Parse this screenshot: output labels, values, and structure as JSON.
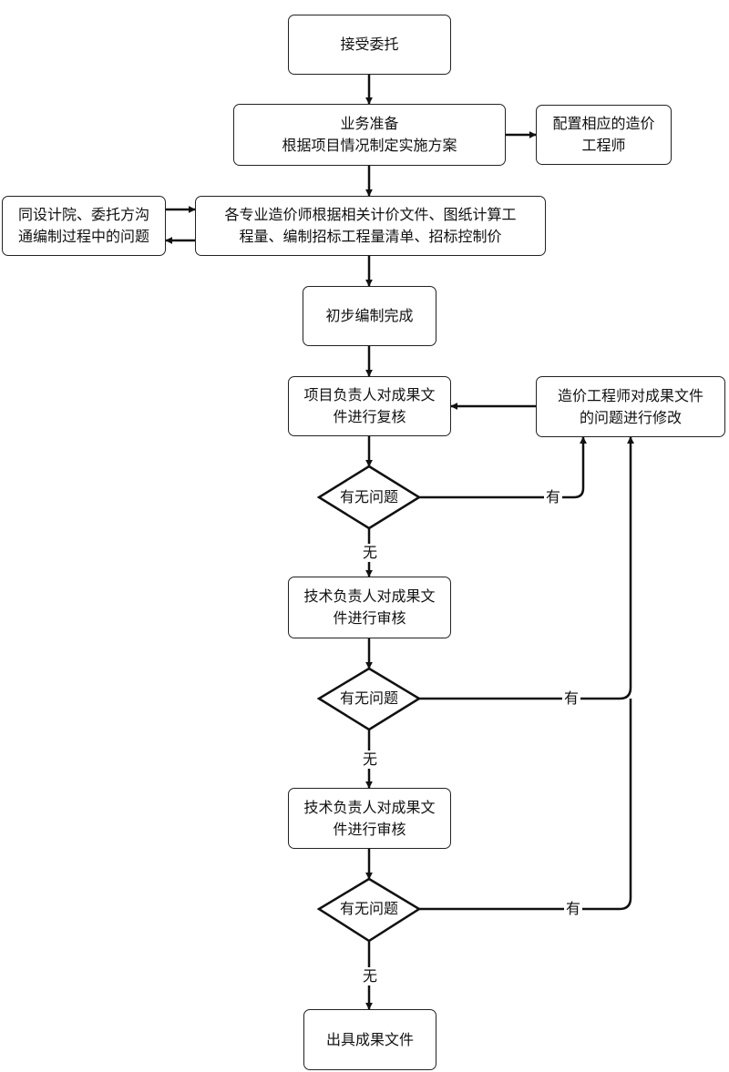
{
  "nodes": {
    "accept": "接受委托",
    "prepare": [
      "业务准备",
      "根据项目情况制定实施方案"
    ],
    "assign": [
      "配置相应的造价",
      "工程师"
    ],
    "compile": [
      "各专业造价师根据相关计价文件、图纸计算工",
      "程量、编制招标工程量清单、招标控制价"
    ],
    "communicate": [
      "同设计院、委托方沟",
      "通编制过程中的问题"
    ],
    "draft_done": "初步编制完成",
    "review1": [
      "项目负责人对成果文",
      "件进行复核"
    ],
    "fix": [
      "造价工程师对成果文件",
      "的问题进行修改"
    ],
    "check1": "有无问题",
    "review2": [
      "技术负责人对成果文",
      "件进行审核"
    ],
    "check2": "有无问题",
    "review3": [
      "技术负责人对成果文",
      "件进行审核"
    ],
    "check3": "有无问题",
    "output": "出具成果文件"
  },
  "edge_labels": {
    "yes1": "有",
    "no1": "无",
    "yes2": "有",
    "no2": "无",
    "yes3": "有",
    "no3": "无"
  }
}
